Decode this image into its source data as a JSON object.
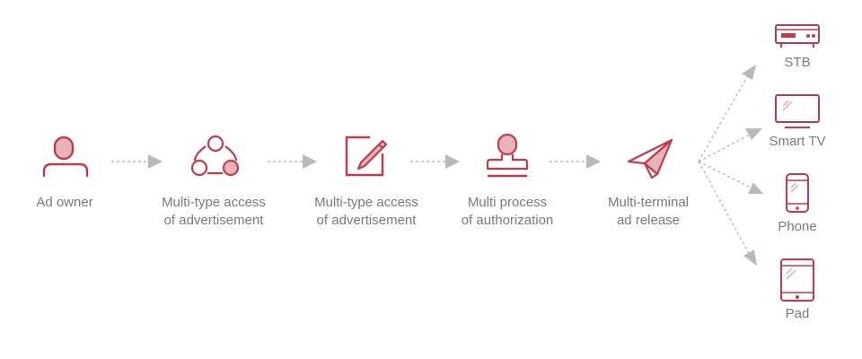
{
  "colors": {
    "accent": "#c23a4b",
    "accent_fill": "#e8b3b9",
    "arrow": "#b9b9b9",
    "text": "#7a7a7a"
  },
  "steps": [
    {
      "icon": "person-icon",
      "label": [
        "Ad owner"
      ]
    },
    {
      "icon": "network-nodes-icon",
      "label": [
        "Multi-type access",
        "of advertisement"
      ]
    },
    {
      "icon": "edit-pencil-icon",
      "label": [
        "Multi-type access",
        "of advertisement"
      ]
    },
    {
      "icon": "stamp-icon",
      "label": [
        "Multi process",
        "of authorization"
      ]
    },
    {
      "icon": "paper-plane-icon",
      "label": [
        "Multi-terminal",
        "ad release"
      ]
    }
  ],
  "terminals": [
    {
      "icon": "set-top-box-icon",
      "label": "STB"
    },
    {
      "icon": "tv-icon",
      "label": "Smart TV"
    },
    {
      "icon": "phone-icon",
      "label": "Phone"
    },
    {
      "icon": "tablet-icon",
      "label": "Pad"
    }
  ]
}
